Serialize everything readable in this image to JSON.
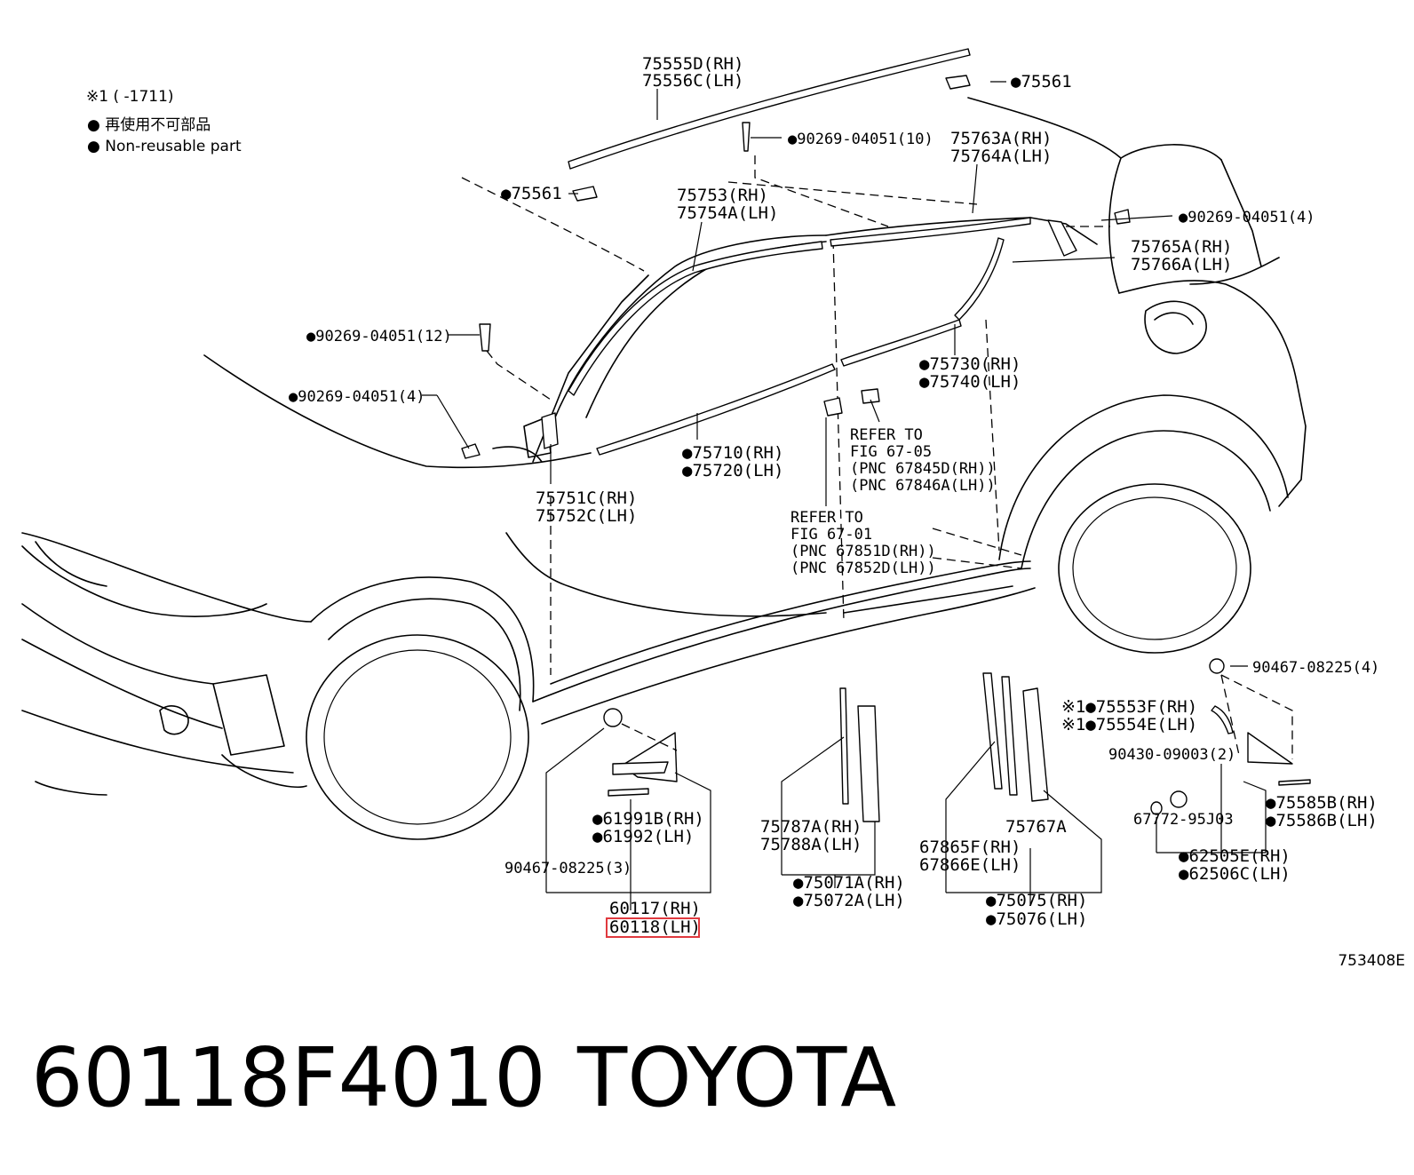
{
  "legend": {
    "note": "※1 (      -1711)",
    "jp": "● 再使用不可部品",
    "en": "● Non-reusable part"
  },
  "callouts": {
    "roof_rh": "75555D(RH)",
    "roof_lh": "75556C(LH)",
    "clip_top": "●75561",
    "clip_left": "●75561",
    "screw10": "●90269-04051(10)",
    "rear_upper_rh": "75763A(RH)",
    "rear_upper_lh": "75764A(LH)",
    "front_upper_rh": "75753(RH)",
    "front_upper_lh": "75754A(LH)",
    "screw4_right": "●90269-04051(4)",
    "quarter_rh": "75765A(RH)",
    "quarter_lh": "75766A(LH)",
    "screw12": "●90269-04051(12)",
    "screw4_left": "●90269-04051(4)",
    "rear_belt_rh": "●75730(RH)",
    "rear_belt_lh": "●75740(LH)",
    "refer_a_1": "REFER TO",
    "refer_a_2": "FIG 67-05",
    "refer_a_3": "(PNC 67845D(RH))",
    "refer_a_4": "(PNC 67846A(LH))",
    "front_belt_rh": "●75710(RH)",
    "front_belt_lh": "●75720(LH)",
    "pillar_rh": "75751C(RH)",
    "pillar_lh": "75752C(LH)",
    "refer_b_1": "REFER TO",
    "refer_b_2": "FIG 67-01",
    "refer_b_3": "(PNC 67851D(RH))",
    "refer_b_4": "(PNC 67852D(LH))",
    "clip_4": "90467-08225(4)",
    "emb_rh": "※1●75553F(RH)",
    "emb_lh": "※1●75554E(LH)",
    "clip_2": "90430-09003(2)",
    "cushion": "67772-95J03",
    "garnish_rh": "●75585B(RH)",
    "garnish_lh": "●75586B(LH)",
    "mud_rh": "●62505E(RH)",
    "mud_lh": "●62506C(LH)",
    "pad_rh": "●61991B(RH)",
    "pad_lh": "●61992(LH)",
    "clip_3": "90467-08225(3)",
    "guard_rh": "60117(RH)",
    "guard_lh": "60118(LH)",
    "bpillar_rh": "75787A(RH)",
    "bpillar_lh": "75788A(LH)",
    "bp_tape_rh": "●75071A(RH)",
    "bp_tape_lh": "●75072A(LH)",
    "cpillar": "75767A",
    "c_rh": "67865F(RH)",
    "c_lh": "67866E(LH)",
    "c_tape_rh": "●75075(RH)",
    "c_tape_lh": "●75076(LH)",
    "fig_id": "753408E"
  },
  "footer": {
    "part_number": "60118F4010",
    "brand": "TOYOTA"
  }
}
